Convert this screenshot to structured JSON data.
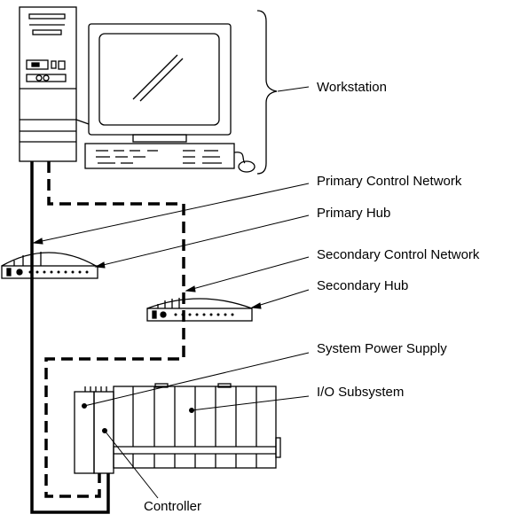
{
  "labels": {
    "workstation": "Workstation",
    "primary_control_network": "Primary Control Network",
    "primary_hub": "Primary Hub",
    "secondary_control_network": "Secondary Control Network",
    "secondary_hub": "Secondary Hub",
    "system_power_supply": "System Power Supply",
    "io_subsystem": "I/O Subsystem",
    "controller": "Controller"
  },
  "colors": {
    "line": "#000000",
    "background": "#ffffff"
  }
}
